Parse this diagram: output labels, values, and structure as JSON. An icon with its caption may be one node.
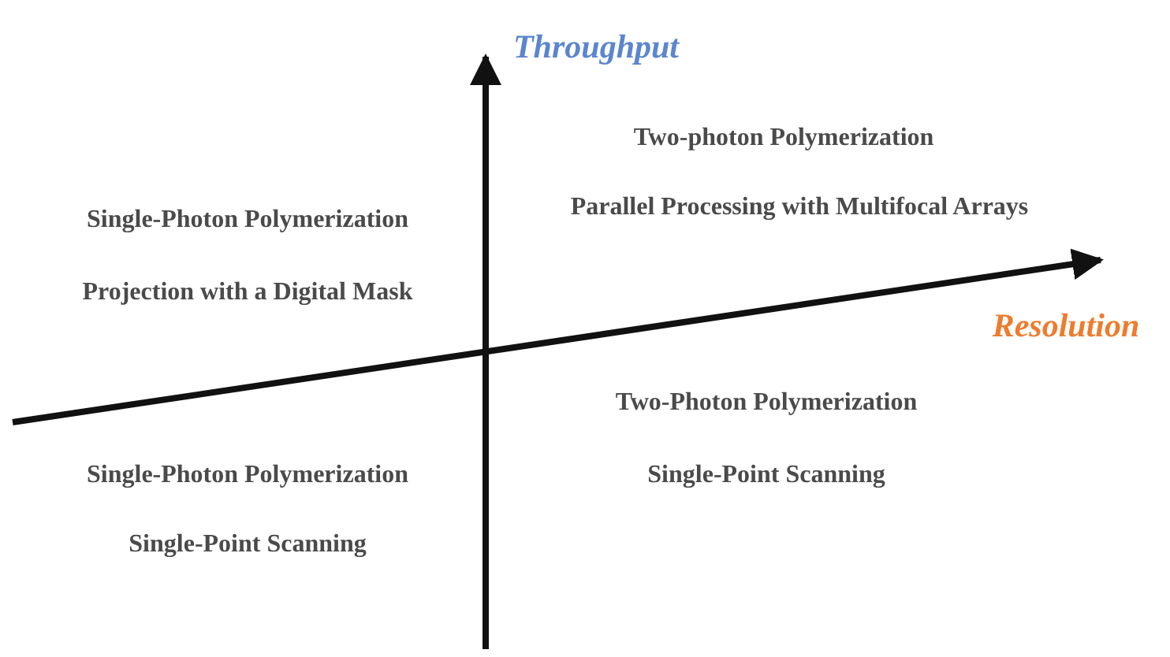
{
  "diagram": {
    "labels": [
      "Throughput",
      "Single-Photon Polymerization",
      "Projection with a Digital Mask",
      "Two-photon Polymerization",
      "Parallel Processing with Multifocal Arrays",
      "Resolution",
      "Single-Photon Polymerization",
      "Single-Point Scanning",
      "Two-Photon Polymerization",
      "Single-Point Scanning"
    ]
  }
}
